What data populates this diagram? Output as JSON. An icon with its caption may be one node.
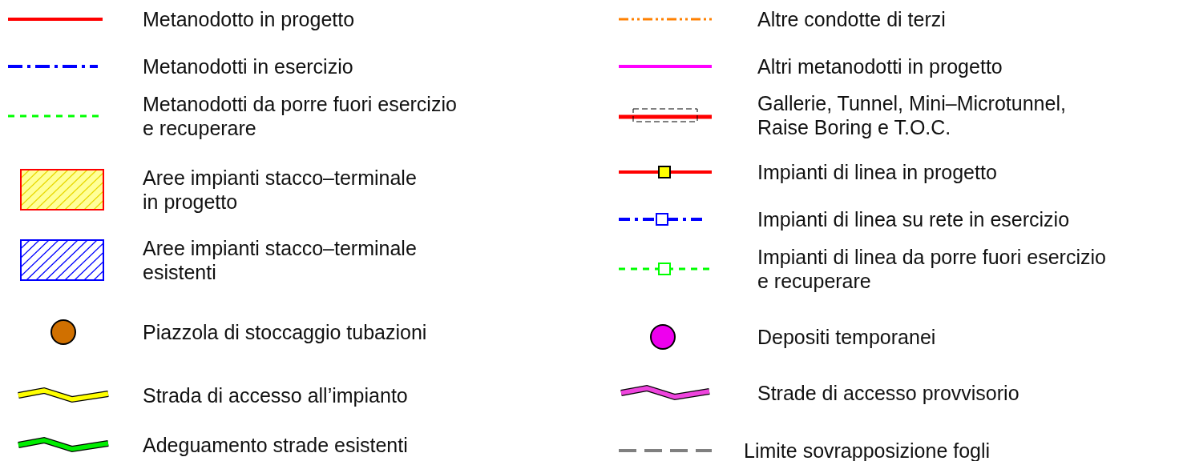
{
  "diagram": {
    "legend": [
      {
        "text": "Metanodotto in progetto"
      },
      {
        "text": "Metanodotti in esercizio"
      },
      {
        "text": "Metanodotti da porre fuori esercizio e recuperare"
      },
      {
        "text": "Aree impianti stacco–terminale in progetto"
      },
      {
        "text": "Aree impianti stacco–terminale esistenti"
      },
      {
        "text": "Piazzola di stoccaggio tubazioni"
      },
      {
        "text": "Strada di accesso all’impianto"
      },
      {
        "text": "Adeguamento strade esistenti"
      },
      {
        "text": "Altre condotte di terzi"
      },
      {
        "text": "Altri metanodotti in progetto"
      },
      {
        "text": "Gallerie, Tunnel, Mini–Microtunnel, Raise Boring e T.O.C."
      },
      {
        "text": "Impianti di linea in progetto"
      },
      {
        "text": "Impianti di linea su rete in esercizio"
      },
      {
        "text": "Impianti di linea da porre fuori esercizio e recuperare"
      },
      {
        "text": "Depositi temporanei"
      },
      {
        "text": "Strade di accesso provvisorio"
      },
      {
        "text": "Limite sovrapposizione fogli"
      }
    ]
  }
}
